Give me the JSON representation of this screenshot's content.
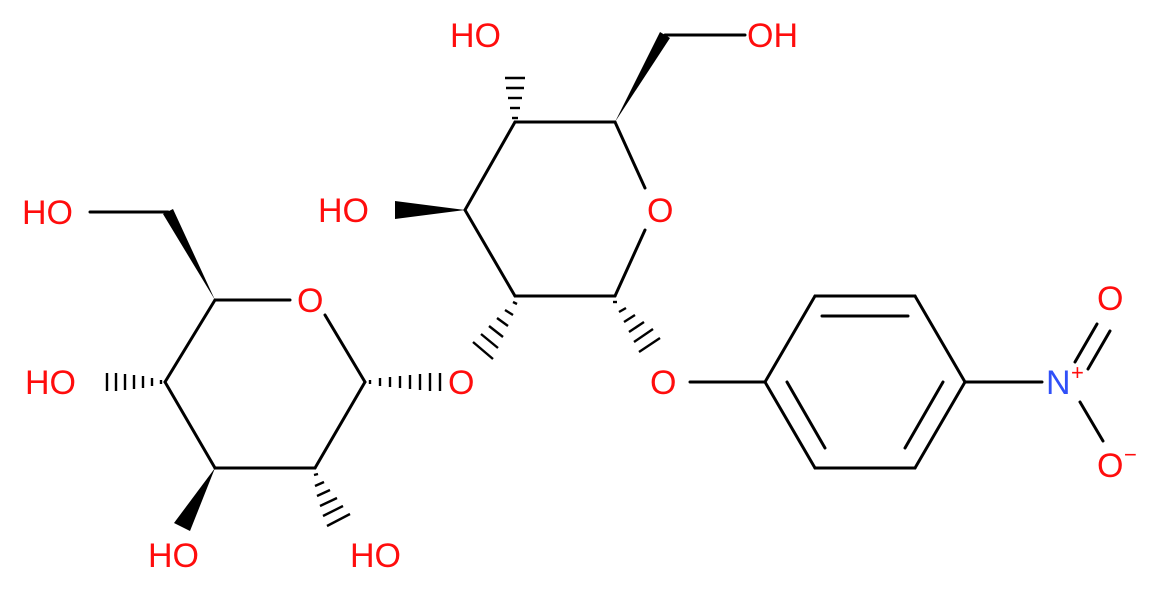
{
  "molecule": {
    "atoms": {
      "ho_left_ch2": "HO",
      "o_ring_left": "O",
      "ho_left_c4": "HO",
      "o_glyco": "O",
      "ho_left_c3": "HO",
      "ho_left_c2": "HO",
      "ho_top_c4": "HO",
      "oh_top_ch2": "OH",
      "ho_top_c3": "HO",
      "o_ring_right": "O",
      "o_aryl": "O",
      "n_nitro": "N",
      "n_plus": "+",
      "o_nitro_top": "O",
      "o_nitro_bottom": "O",
      "o_minus": "−"
    },
    "colors": {
      "oxygen": "#ff0d0d",
      "nitrogen": "#3050f8",
      "bond": "#000000"
    }
  }
}
